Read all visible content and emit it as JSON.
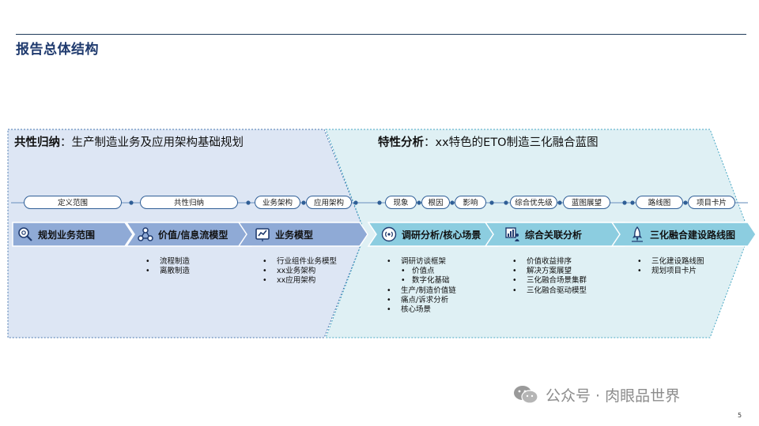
{
  "page": {
    "title": "报告总体结构",
    "page_number": "5"
  },
  "watermark": {
    "text": "公众号 · 肉眼品世界",
    "icon": "wechat-icon"
  },
  "left_section": {
    "title_bold": "共性归纳",
    "title_rest": "：生产制造业务及应用架构基础规划",
    "color": "#dde6f4",
    "band_color": "#8faad6"
  },
  "right_section": {
    "title_bold": "特性分析",
    "title_rest": "：xx特色的ETO制造三化融合蓝图",
    "color": "#dff0f4",
    "band_color": "#8ccde0"
  },
  "timeline": {
    "pills": [
      "定义范围",
      "共性归纳",
      "业务架构",
      "应用架构",
      "现象",
      "根因",
      "影响",
      "综合优先级",
      "蓝图展望",
      "路线图",
      "项目卡片"
    ]
  },
  "bands": [
    {
      "label": "规划业务范围",
      "icon": "magnifier-scope-icon",
      "items": []
    },
    {
      "label": "价值/信息流模型",
      "icon": "network-nodes-icon",
      "items": [
        "流程制造",
        "离散制造"
      ]
    },
    {
      "label": "业务模型",
      "icon": "chart-board-icon",
      "items": [
        "行业组件业务模型",
        "xx业务架构",
        "xx应用架构"
      ]
    },
    {
      "label": "调研分析/核心场景",
      "icon": "broadcast-icon",
      "items": [
        {
          "text": "调研访谈框架",
          "level": 1
        },
        {
          "text": "价值点",
          "level": 2
        },
        {
          "text": "数字化基础",
          "level": 2
        },
        {
          "text": "生产/制造价值链",
          "level": 1
        },
        {
          "text": "痛点/诉求分析",
          "level": 1
        },
        {
          "text": "核心场景",
          "level": 1
        }
      ]
    },
    {
      "label": "综合关联分析",
      "icon": "analysis-person-icon",
      "items": [
        "价值收益排序",
        "解决方案展望",
        "三化融合场景集群",
        "三化融合驱动模型"
      ]
    },
    {
      "label": "三化融合建设路线图",
      "icon": "rocket-icon",
      "items": [
        "三化建设路线图",
        "规划项目卡片"
      ]
    }
  ]
}
